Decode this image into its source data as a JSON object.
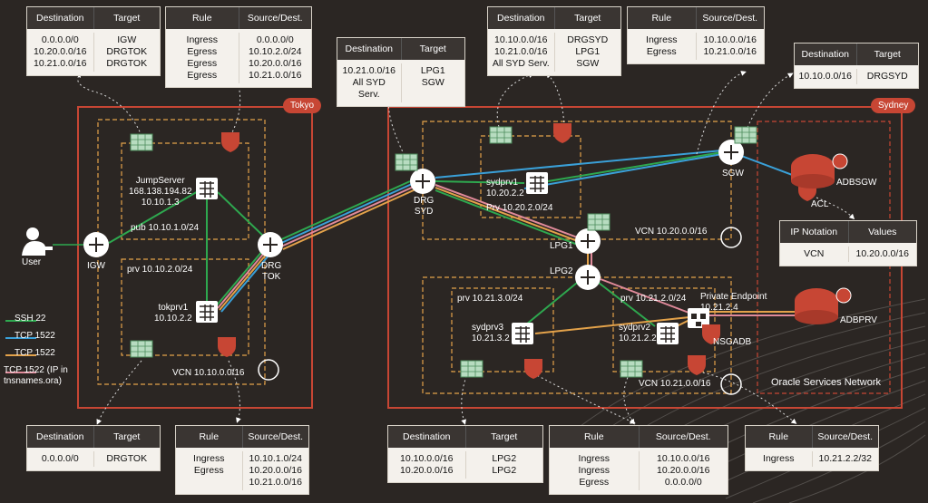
{
  "regions": {
    "tokyo": "Tokyo",
    "sydney": "Sydney",
    "oracle_services": "Oracle Services Network"
  },
  "nodes": {
    "user": "User",
    "igw": "IGW",
    "drg_tok": "DRG\nTOK",
    "drg_syd": "DRG\nSYD",
    "jumpserver": "JumpServer\n168.138.194.82\n10.10.1.3",
    "tokprv1": "tokprv1\n10.10.2.2",
    "sydprv1": "sydprv1\n10.20.2.2",
    "sydprv2": "sydprv2\n10.21.2.2",
    "sydprv3": "sydprv3\n10.21.3.2",
    "lpg1": "LPG1",
    "lpg2": "LPG2",
    "sgw": "SGW",
    "adbsgw": "ADBSGW",
    "acl": "ACL",
    "adbprv": "ADBPRV",
    "nsgadb": "NSGADB",
    "private_endpoint": "Private Endpoint\n10.21.2.4"
  },
  "subnets": {
    "pub_tok": "pub 10.10.1.0/24",
    "prv_tok": "prv 10.10.2.0/24",
    "vcn_tok": "VCN 10.10.0.0/16",
    "prv_syd1": "Prv 10.20.2.0/24",
    "vcn_syd1": "VCN 10.20.0.0/16",
    "prv_syd3": "prv 10.21.3.0/24",
    "prv_syd2": "prv 10.21.2.0/24",
    "vcn_syd2": "VCN 10.21.0.0/16"
  },
  "legend": [
    {
      "label": "SSH 22",
      "color": "#2ea84f"
    },
    {
      "label": "TCP 1522",
      "color": "#3aa0d8"
    },
    {
      "label": "TCP 1522",
      "color": "#e3a24a"
    },
    {
      "label": "TCP 1522 (IP in\ntnsnames.ora)",
      "color": "#e08a9a"
    }
  ],
  "tables": [
    {
      "id": "t1",
      "headers": [
        "Destination",
        "Target"
      ],
      "cols": [
        "0.0.0.0/0\n10.20.0.0/16\n10.21.0.0/16",
        "IGW\nDRGTOK\nDRGTOK"
      ]
    },
    {
      "id": "t2",
      "headers": [
        "Rule",
        "Source/Dest."
      ],
      "cols": [
        "Ingress\nEgress\nEgress\nEgress",
        "0.0.0.0/0\n10.10.2.0/24\n10.20.0.0/16\n10.21.0.0/16"
      ]
    },
    {
      "id": "t3",
      "headers": [
        "Destination",
        "Target"
      ],
      "cols": [
        "10.21.0.0/16\nAll SYD Serv.",
        "LPG1\nSGW"
      ]
    },
    {
      "id": "t4",
      "headers": [
        "Destination",
        "Target"
      ],
      "cols": [
        "10.10.0.0/16\n10.21.0.0/16\nAll SYD Serv.",
        "DRGSYD\nLPG1\nSGW"
      ]
    },
    {
      "id": "t5",
      "headers": [
        "Rule",
        "Source/Dest."
      ],
      "cols": [
        "Ingress\nEgress",
        "10.10.0.0/16\n10.21.0.0/16"
      ]
    },
    {
      "id": "t6",
      "headers": [
        "Destination",
        "Target"
      ],
      "cols": [
        "10.10.0.0/16",
        "DRGSYD"
      ]
    },
    {
      "id": "t7",
      "headers": [
        "IP Notation",
        "Values"
      ],
      "cols": [
        "VCN",
        "10.20.0.0/16"
      ]
    },
    {
      "id": "t8",
      "headers": [
        "Destination",
        "Target"
      ],
      "cols": [
        "0.0.0.0/0",
        "DRGTOK"
      ]
    },
    {
      "id": "t9",
      "headers": [
        "Rule",
        "Source/Dest."
      ],
      "cols": [
        "Ingress\nEgress",
        "10.10.1.0/24\n10.20.0.0/16\n10.21.0.0/16"
      ]
    },
    {
      "id": "t10",
      "headers": [
        "Destination",
        "Target"
      ],
      "cols": [
        "10.10.0.0/16\n10.20.0.0/16",
        "LPG2\nLPG2"
      ]
    },
    {
      "id": "t11",
      "headers": [
        "Rule",
        "Source/Dest."
      ],
      "cols": [
        "Ingress\nIngress\nEgress",
        "10.10.0.0/16\n10.20.0.0/16\n0.0.0.0/0"
      ]
    },
    {
      "id": "t12",
      "headers": [
        "Rule",
        "Source/Dest."
      ],
      "cols": [
        "Ingress",
        "10.21.2.2/32"
      ]
    }
  ],
  "colors": {
    "oracle_red": "#c74634",
    "dashed_yellow": "#e3a24a",
    "background": "#2b2623"
  }
}
